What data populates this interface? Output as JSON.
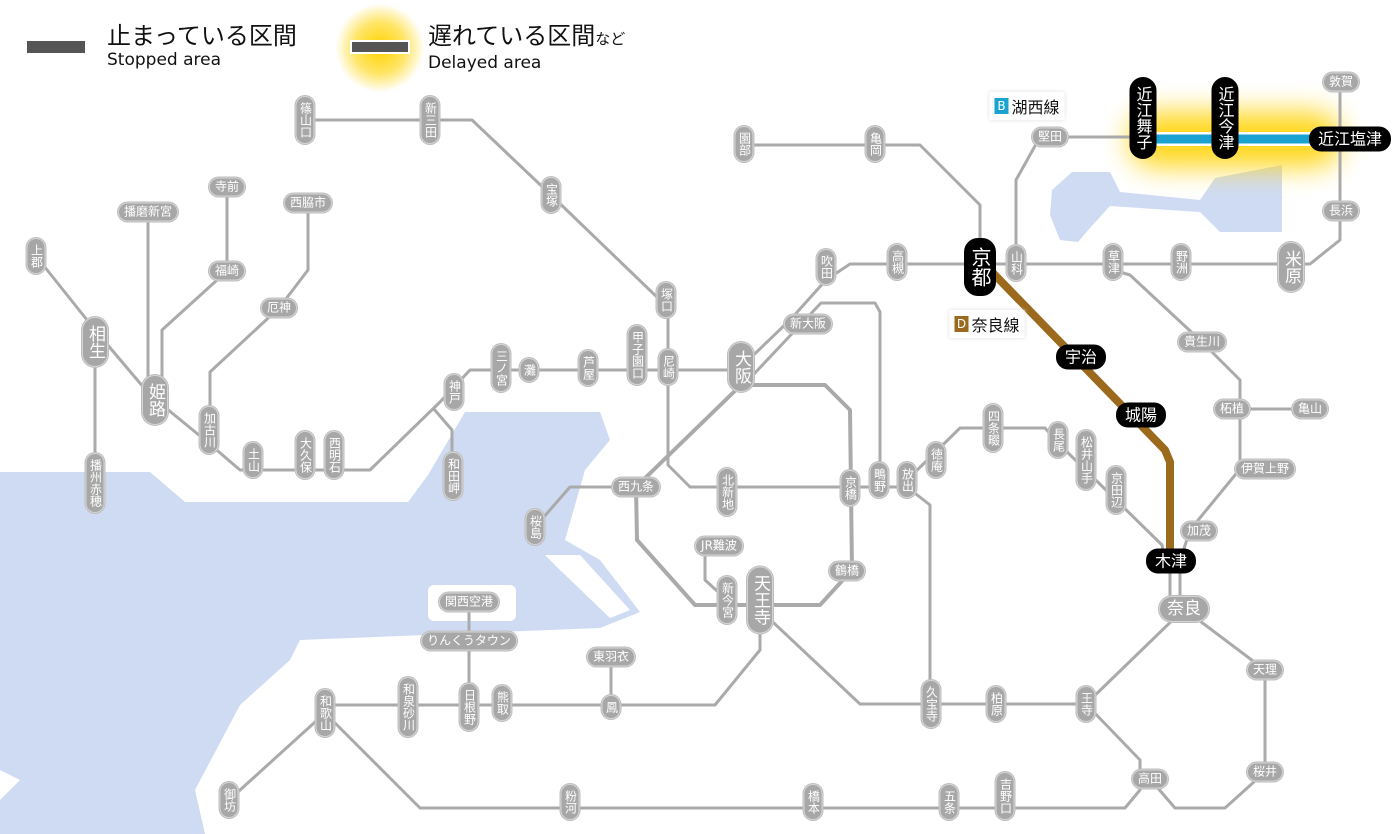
{
  "legend": {
    "stopped_jp": "止まっている区間",
    "stopped_en": "Stopped area",
    "delayed_jp": "遅れている区間",
    "delayed_jp_suffix": "など",
    "delayed_en": "Delayed area"
  },
  "colors": {
    "line": "#aaaaaa",
    "water": "#cfdbf3",
    "kosei": "#1aa3d0",
    "nara": "#9b6a1c",
    "glow": "#ffd200"
  },
  "line_labels": [
    {
      "badge": "B",
      "name": "湖西線",
      "color": "#1aa3d0"
    },
    {
      "badge": "D",
      "name": "奈良線",
      "color": "#9b6a1c"
    }
  ],
  "stations": [
    {
      "name": "篠山口",
      "status": "normal"
    },
    {
      "name": "新三田",
      "status": "normal"
    },
    {
      "name": "宝塚",
      "status": "normal"
    },
    {
      "name": "寺前",
      "status": "normal"
    },
    {
      "name": "播磨新宮",
      "status": "normal"
    },
    {
      "name": "西脇市",
      "status": "normal"
    },
    {
      "name": "上郡",
      "status": "normal"
    },
    {
      "name": "福崎",
      "status": "normal"
    },
    {
      "name": "厄神",
      "status": "normal"
    },
    {
      "name": "相生",
      "status": "normal"
    },
    {
      "name": "姫路",
      "status": "normal"
    },
    {
      "name": "加古川",
      "status": "normal"
    },
    {
      "name": "土山",
      "status": "normal"
    },
    {
      "name": "大久保",
      "status": "normal"
    },
    {
      "name": "西明石",
      "status": "normal"
    },
    {
      "name": "神戸",
      "status": "normal"
    },
    {
      "name": "和田岬",
      "status": "normal"
    },
    {
      "name": "播州赤穂",
      "status": "normal"
    },
    {
      "name": "三ノ宮",
      "status": "normal"
    },
    {
      "name": "灘",
      "status": "normal"
    },
    {
      "name": "芦屋",
      "status": "normal"
    },
    {
      "name": "甲子園口",
      "status": "normal"
    },
    {
      "name": "尼崎",
      "status": "normal"
    },
    {
      "name": "大阪",
      "status": "normal"
    },
    {
      "name": "新大阪",
      "status": "normal"
    },
    {
      "name": "塚口",
      "status": "normal"
    },
    {
      "name": "吹田",
      "status": "normal"
    },
    {
      "name": "高槻",
      "status": "normal"
    },
    {
      "name": "園部",
      "status": "normal"
    },
    {
      "name": "亀岡",
      "status": "normal"
    },
    {
      "name": "京都",
      "status": "affected"
    },
    {
      "name": "山科",
      "status": "normal"
    },
    {
      "name": "堅田",
      "status": "normal"
    },
    {
      "name": "近江舞子",
      "status": "affected"
    },
    {
      "name": "近江今津",
      "status": "affected"
    },
    {
      "name": "近江塩津",
      "status": "affected"
    },
    {
      "name": "敦賀",
      "status": "normal"
    },
    {
      "name": "長浜",
      "status": "normal"
    },
    {
      "name": "米原",
      "status": "normal"
    },
    {
      "name": "草津",
      "status": "normal"
    },
    {
      "name": "野洲",
      "status": "normal"
    },
    {
      "name": "宇治",
      "status": "affected"
    },
    {
      "name": "城陽",
      "status": "affected"
    },
    {
      "name": "木津",
      "status": "affected"
    },
    {
      "name": "貴生川",
      "status": "normal"
    },
    {
      "name": "柘植",
      "status": "normal"
    },
    {
      "name": "亀山",
      "status": "normal"
    },
    {
      "name": "伊賀上野",
      "status": "normal"
    },
    {
      "name": "加茂",
      "status": "normal"
    },
    {
      "name": "奈良",
      "status": "normal"
    },
    {
      "name": "天理",
      "status": "normal"
    },
    {
      "name": "桜井",
      "status": "normal"
    },
    {
      "name": "高田",
      "status": "normal"
    },
    {
      "name": "王寺",
      "status": "normal"
    },
    {
      "name": "柏原",
      "status": "normal"
    },
    {
      "name": "久宝寺",
      "status": "normal"
    },
    {
      "name": "吉野口",
      "status": "normal"
    },
    {
      "name": "五条",
      "status": "normal"
    },
    {
      "name": "橋本",
      "status": "normal"
    },
    {
      "name": "粉河",
      "status": "normal"
    },
    {
      "name": "和歌山",
      "status": "normal"
    },
    {
      "name": "御坊",
      "status": "normal"
    },
    {
      "name": "和泉砂川",
      "status": "normal"
    },
    {
      "name": "日根野",
      "status": "normal"
    },
    {
      "name": "熊取",
      "status": "normal"
    },
    {
      "name": "鳳",
      "status": "normal"
    },
    {
      "name": "東羽衣",
      "status": "normal"
    },
    {
      "name": "りんくうタウン",
      "status": "normal"
    },
    {
      "name": "関西空港",
      "status": "normal"
    },
    {
      "name": "天王寺",
      "status": "normal"
    },
    {
      "name": "新今宮",
      "status": "normal"
    },
    {
      "name": "JR難波",
      "status": "normal"
    },
    {
      "name": "鶴橋",
      "status": "normal"
    },
    {
      "name": "京橋",
      "status": "normal"
    },
    {
      "name": "鴫野",
      "status": "normal"
    },
    {
      "name": "放出",
      "status": "normal"
    },
    {
      "name": "徳庵",
      "status": "normal"
    },
    {
      "name": "四条畷",
      "status": "normal"
    },
    {
      "name": "長尾",
      "status": "normal"
    },
    {
      "name": "松井山手",
      "status": "normal"
    },
    {
      "name": "京田辺",
      "status": "normal"
    },
    {
      "name": "北新地",
      "status": "normal"
    },
    {
      "name": "西九条",
      "status": "normal"
    },
    {
      "name": "桜島",
      "status": "normal"
    }
  ]
}
